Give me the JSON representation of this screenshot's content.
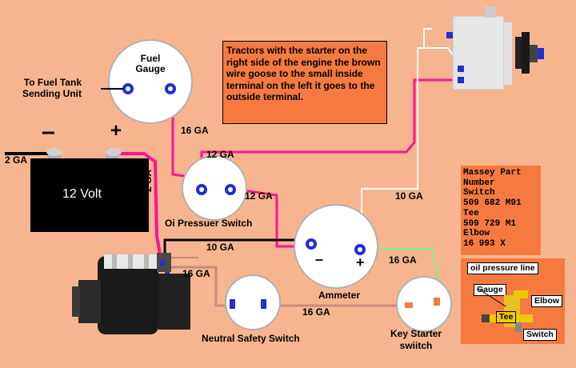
{
  "note_text": "Tractors with the starter on the right side of the engine the brown wire goose to the small inside terminal on the left it goes to the outside terminal.",
  "labels": {
    "fuel_gauge_line1": "Fuel",
    "fuel_gauge_line2": "Gauge",
    "fuel_tank_line1": "To Fuel Tank",
    "fuel_tank_line2": "Sending Unit",
    "battery": "12 Volt",
    "battery_neg": "–",
    "battery_pos": "+",
    "oil_pressure_switch": "Oi  Pressuer Switch",
    "ammeter": "Ammeter",
    "ammeter_neg": "–",
    "ammeter_pos": "+",
    "neutral_safety_switch": "Neutral Safety Switch",
    "key_starter_line1": "Key Starter",
    "key_starter_line2": "swiitch"
  },
  "wire_gauges": {
    "ga_fuel_16": "16 GA",
    "ga_oil_top_12": "12 GA",
    "ga_oil_right_12": "12 GA",
    "ga_battery_2": "2 GA",
    "ga_battery_pos_2": "2 GA",
    "ga_ammeter_10": "10 GA",
    "ga_alternator_10": "10 GA",
    "ga_key_16": "16 GA",
    "ga_starter_16": "16 GA",
    "ga_neutral_16": "16 GA"
  },
  "part_box": {
    "lines": [
      "Massey Part",
      "Number",
      "Switch",
      "509 682 M91",
      "Tee",
      "509 729 M1",
      "Elbow",
      "16 993 X"
    ]
  },
  "oil_line": {
    "title": "oil pressure line",
    "gauge": "Gauge",
    "elbow": "Elbow",
    "tee": "Tee",
    "switch": "Switch"
  },
  "colors": {
    "background": "#f7b58f",
    "note_box": "#f47a40",
    "wire_pink": "#ff1493",
    "wire_black": "#000000",
    "wire_white": "#ffffff",
    "wire_brown": "#c98a7a",
    "wire_green": "#9be38b",
    "terminal_blue": "#1f2fd8"
  }
}
